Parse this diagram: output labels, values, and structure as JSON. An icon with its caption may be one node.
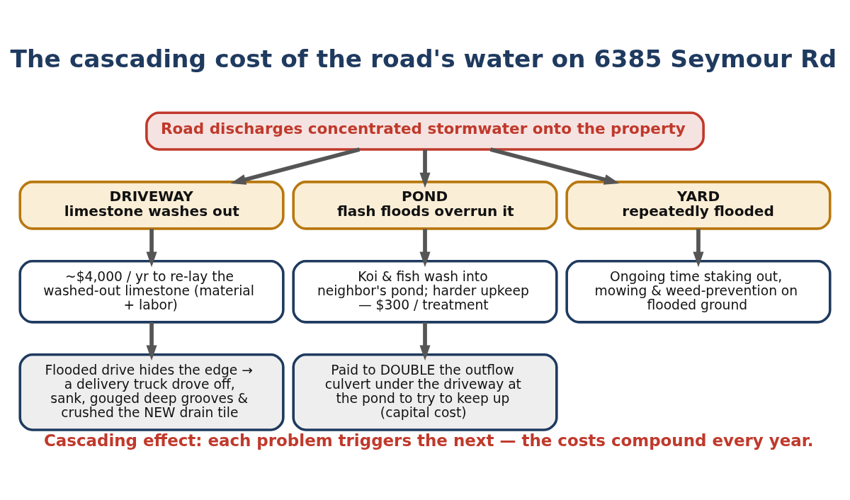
{
  "diagram": {
    "title": "The cascading cost of the road's water on 6385 Seymour Rd",
    "caption": "Cascading effect: each problem triggers the next — the costs compound every year.",
    "nodes": [
      {
        "text": [
          "Road discharges concentrated stormwater onto the property"
        ]
      },
      {
        "text": [
          "DRIVEWAY",
          "limestone washes out"
        ]
      },
      {
        "text": [
          "POND",
          "flash floods overrun it"
        ]
      },
      {
        "text": [
          "YARD",
          "repeatedly flooded"
        ]
      },
      {
        "text": [
          "~$4,000 / yr to re-lay the washed-out limestone (material + labor)"
        ]
      },
      {
        "text": [
          "Koi & fish wash into neighbor's pond; harder upkeep — $300 / treatment"
        ]
      },
      {
        "text": [
          "Ongoing time staking out, mowing & weed-prevention on flooded ground"
        ]
      },
      {
        "text": [
          "Flooded drive hides the edge → a delivery truck drove off, sank, gouged deep grooves & crushed the NEW drain tile"
        ]
      },
      {
        "text": [
          "Paid to DOUBLE the outflow culvert under the driveway at the pond to try to keep up (capital cost)"
        ]
      }
    ],
    "edges": [
      {
        "from": 0,
        "to": 1,
        "arrow": "to"
      },
      {
        "from": 0,
        "to": 2,
        "arrow": "to"
      },
      {
        "from": 0,
        "to": 3,
        "arrow": "to"
      },
      {
        "from": 1,
        "to": 4,
        "arrow": "to"
      },
      {
        "from": 2,
        "to": 5,
        "arrow": "to"
      },
      {
        "from": 3,
        "to": 6,
        "arrow": "to"
      },
      {
        "from": 4,
        "to": 7,
        "arrow": "to"
      },
      {
        "from": 5,
        "to": 8,
        "arrow": "to"
      }
    ]
  }
}
